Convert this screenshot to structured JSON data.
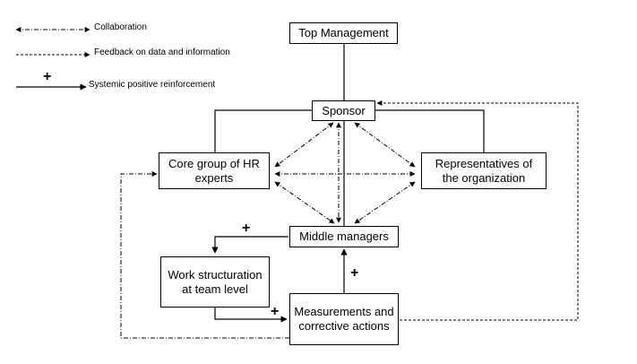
{
  "legend": {
    "collaboration": "Collaboration",
    "feedback": "Feedback on data and information",
    "reinforcement": "Systemic positive reinforcement",
    "reinforcement_symbol": "+"
  },
  "nodes": {
    "top_management": "Top Management",
    "sponsor": "Sponsor",
    "core_group": "Core group of HR experts",
    "representatives": "Representatives of the organization",
    "middle_managers": "Middle managers",
    "work_structuration": "Work structuration at team level",
    "measurements": "Measurements and corrective actions"
  },
  "reinforcement_marks": [
    "+",
    "+",
    "+"
  ]
}
